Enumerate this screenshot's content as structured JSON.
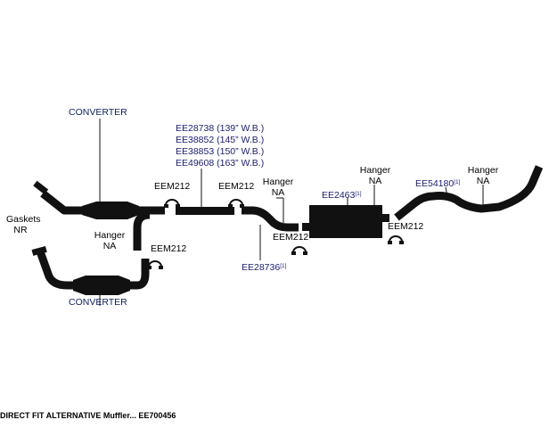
{
  "labels": {
    "converter_top": "CONVERTER",
    "converter_bottom": "CONVERTER",
    "gaskets": "Gaskets",
    "gaskets_nr": "NR",
    "hanger_left": "Hanger",
    "hanger_left_na": "NA",
    "hanger_mid": "Hanger",
    "hanger_mid_na": "NA",
    "hanger_muffler": "Hanger",
    "hanger_muffler_na": "NA",
    "hanger_right": "Hanger",
    "hanger_right_na": "NA",
    "clamp_1": "EEM212",
    "clamp_2": "EEM212",
    "clamp_3": "EEM212",
    "clamp_4": "EEM212",
    "clamp_5": "EEM212"
  },
  "parts": {
    "pipe_options": [
      "EE28738 (139” W.B.)",
      "EE38852 (145” W.B.)",
      "EE38853 (150” W.B.)",
      "EE49608 (163” W.B.)"
    ],
    "front_pipe": "EE28736",
    "front_pipe_note": "[1]",
    "muffler": "EE2463",
    "muffler_note": "[1]",
    "tailpipe": "EE54180",
    "tailpipe_note": "[1]"
  },
  "footer": "DIRECT FIT ALTERNATIVE Muffler... EE700456"
}
